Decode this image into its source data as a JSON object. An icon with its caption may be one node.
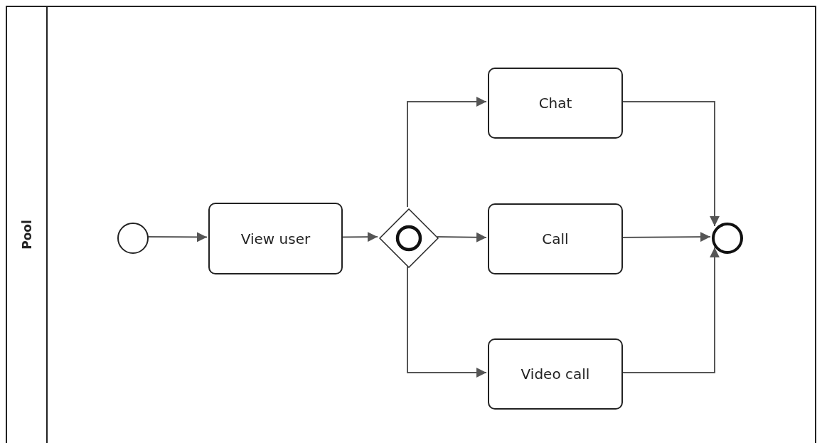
{
  "diagram": {
    "nodes": [
      {
        "text": [
          "Pool"
        ]
      },
      {
        "text": [],
        "shape": "circle",
        "in": 0
      },
      {
        "text": [
          "View user"
        ],
        "in": 0
      },
      {
        "text": [],
        "shape": "diamond",
        "in": 0
      },
      {
        "text": [
          "Chat"
        ],
        "in": 0
      },
      {
        "text": [
          "Call"
        ],
        "in": 0
      },
      {
        "text": [
          "Video call"
        ],
        "in": 0
      },
      {
        "text": [],
        "shape": "circle",
        "in": 0
      }
    ],
    "edges": [
      {
        "from": 1,
        "to": 2,
        "arrow": "to"
      },
      {
        "from": 2,
        "to": 3,
        "arrow": "to"
      },
      {
        "from": 3,
        "to": 4,
        "arrow": "to"
      },
      {
        "from": 3,
        "to": 5,
        "arrow": "to"
      },
      {
        "from": 3,
        "to": 6,
        "arrow": "to"
      },
      {
        "from": 4,
        "to": 7,
        "arrow": "to"
      },
      {
        "from": 5,
        "to": 7,
        "arrow": "to"
      },
      {
        "from": 6,
        "to": 7,
        "arrow": "to"
      }
    ]
  }
}
